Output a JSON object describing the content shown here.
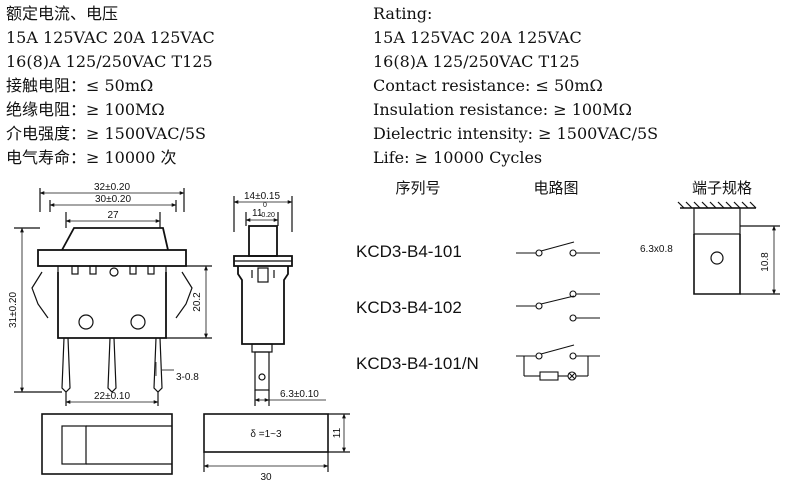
{
  "specs_cn": [
    "额定电流、电压",
    "15A 125VAC  20A 125VAC",
    "16(8)A 125/250VAC T125",
    "接触电阻：≤ 50mΩ",
    "绝缘电阻：≥ 100MΩ",
    "介电强度：≥ 1500VAC/5S",
    "电气寿命：≥ 10000 次"
  ],
  "specs_en": [
    "Rating:",
    "15A 125VAC  20A 125VAC",
    "16(8)A 125/250VAC T125",
    "Contact resistance: ≤ 50mΩ",
    "Insulation resistance: ≥ 100MΩ",
    "Dielectric intensity: ≥ 1500VAC/5S",
    "Life: ≥ 10000 Cycles"
  ],
  "headers": {
    "serial": "序列号",
    "circuit": "电路图",
    "terminal": "端子规格"
  },
  "models": [
    "KCD3-B4-101",
    "KCD3-B4-102",
    "KCD3-B4-101/N"
  ],
  "dims": {
    "width_outer": "32±0.20",
    "width_mid": "30±0.20",
    "width_inner": "27",
    "height_total": "31±0.20",
    "height_body": "20.2",
    "pin_gap": "3-0.8",
    "pin_span": "22±0.10",
    "side_width": "14±0.15",
    "side_inner_main": "11",
    "side_inner_sup": "0",
    "side_inner_sub": "-0.20",
    "terminal_width": "6.3±0.10",
    "panel_delta": "δ =1~3",
    "panel_height": "11",
    "panel_width": "30",
    "term_size": "6.3x0.8",
    "term_len": "10.8"
  }
}
